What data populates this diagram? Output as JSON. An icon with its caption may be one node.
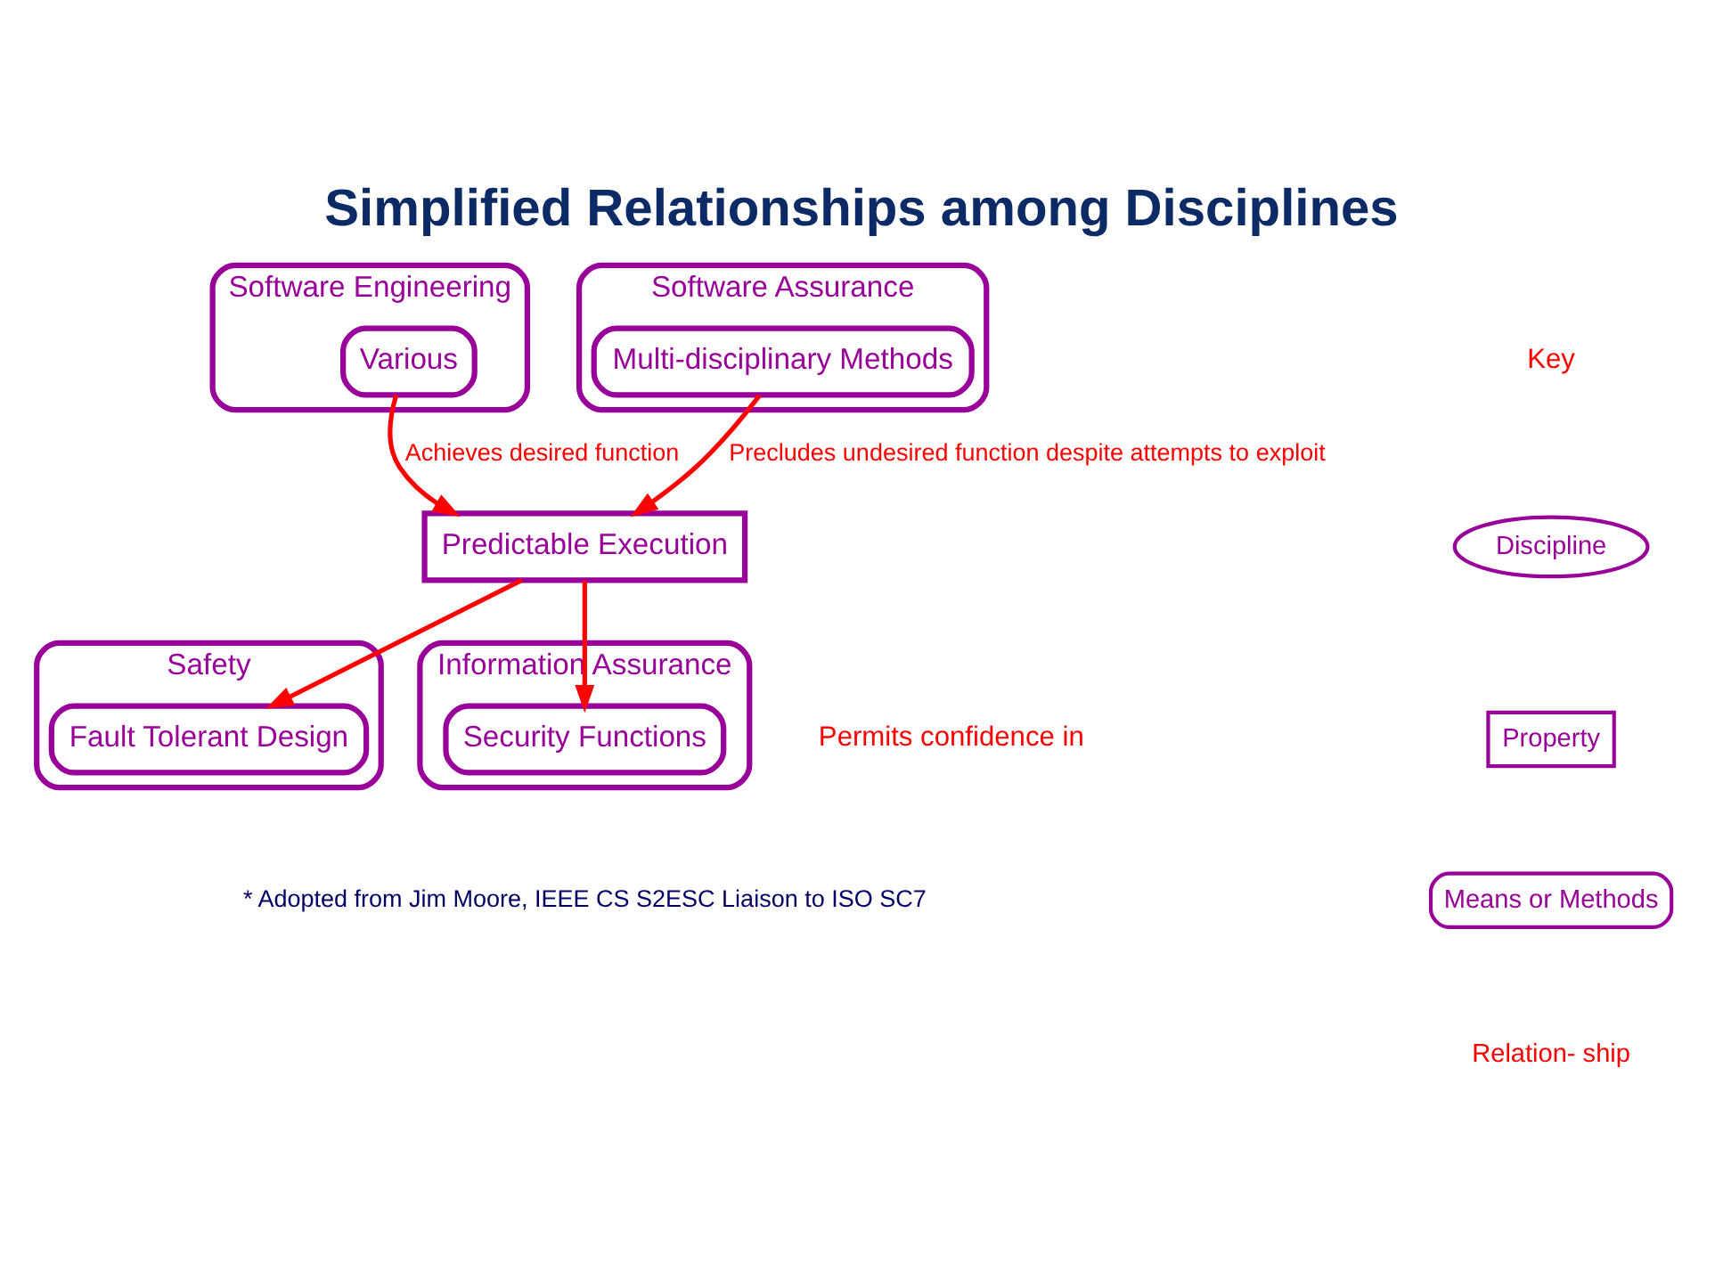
{
  "diagram": {
    "title": "Simplified Relationships among Disciplines",
    "caption": "* Adopted from Jim Moore, IEEE CS S2ESC Liaison to ISO SC7",
    "nodes": [
      {
        "text": [
          "Software Engineering"
        ]
      },
      {
        "text": [
          "Various"
        ],
        "in": 0
      },
      {
        "text": [
          "Software Assurance"
        ]
      },
      {
        "text": [
          "Multi-disciplinary Methods"
        ],
        "in": 2
      },
      {
        "text": [
          "Predictable Execution"
        ]
      },
      {
        "text": [
          "Safety"
        ]
      },
      {
        "text": [
          "Fault Tolerant Design"
        ],
        "in": 5
      },
      {
        "text": [
          "Information Assurance"
        ]
      },
      {
        "text": [
          "Security Functions"
        ],
        "in": 7
      }
    ],
    "edges": [
      {
        "from": 1,
        "to": 4,
        "arrow": "to",
        "label": "Achieves desired function"
      },
      {
        "from": 3,
        "to": 4,
        "arrow": "to",
        "label": "Precludes undesired function despite attempts to exploit"
      },
      {
        "from": 4,
        "to": 6,
        "arrow": "to"
      },
      {
        "from": 4,
        "to": 8,
        "arrow": "to"
      }
    ],
    "labels": [
      "Permits confidence in",
      "Key"
    ],
    "legend": [
      {
        "text": "Discipline"
      },
      {
        "text": "Property"
      },
      {
        "text": "Means or Methods"
      },
      {
        "text": "Relation- ship"
      }
    ]
  }
}
